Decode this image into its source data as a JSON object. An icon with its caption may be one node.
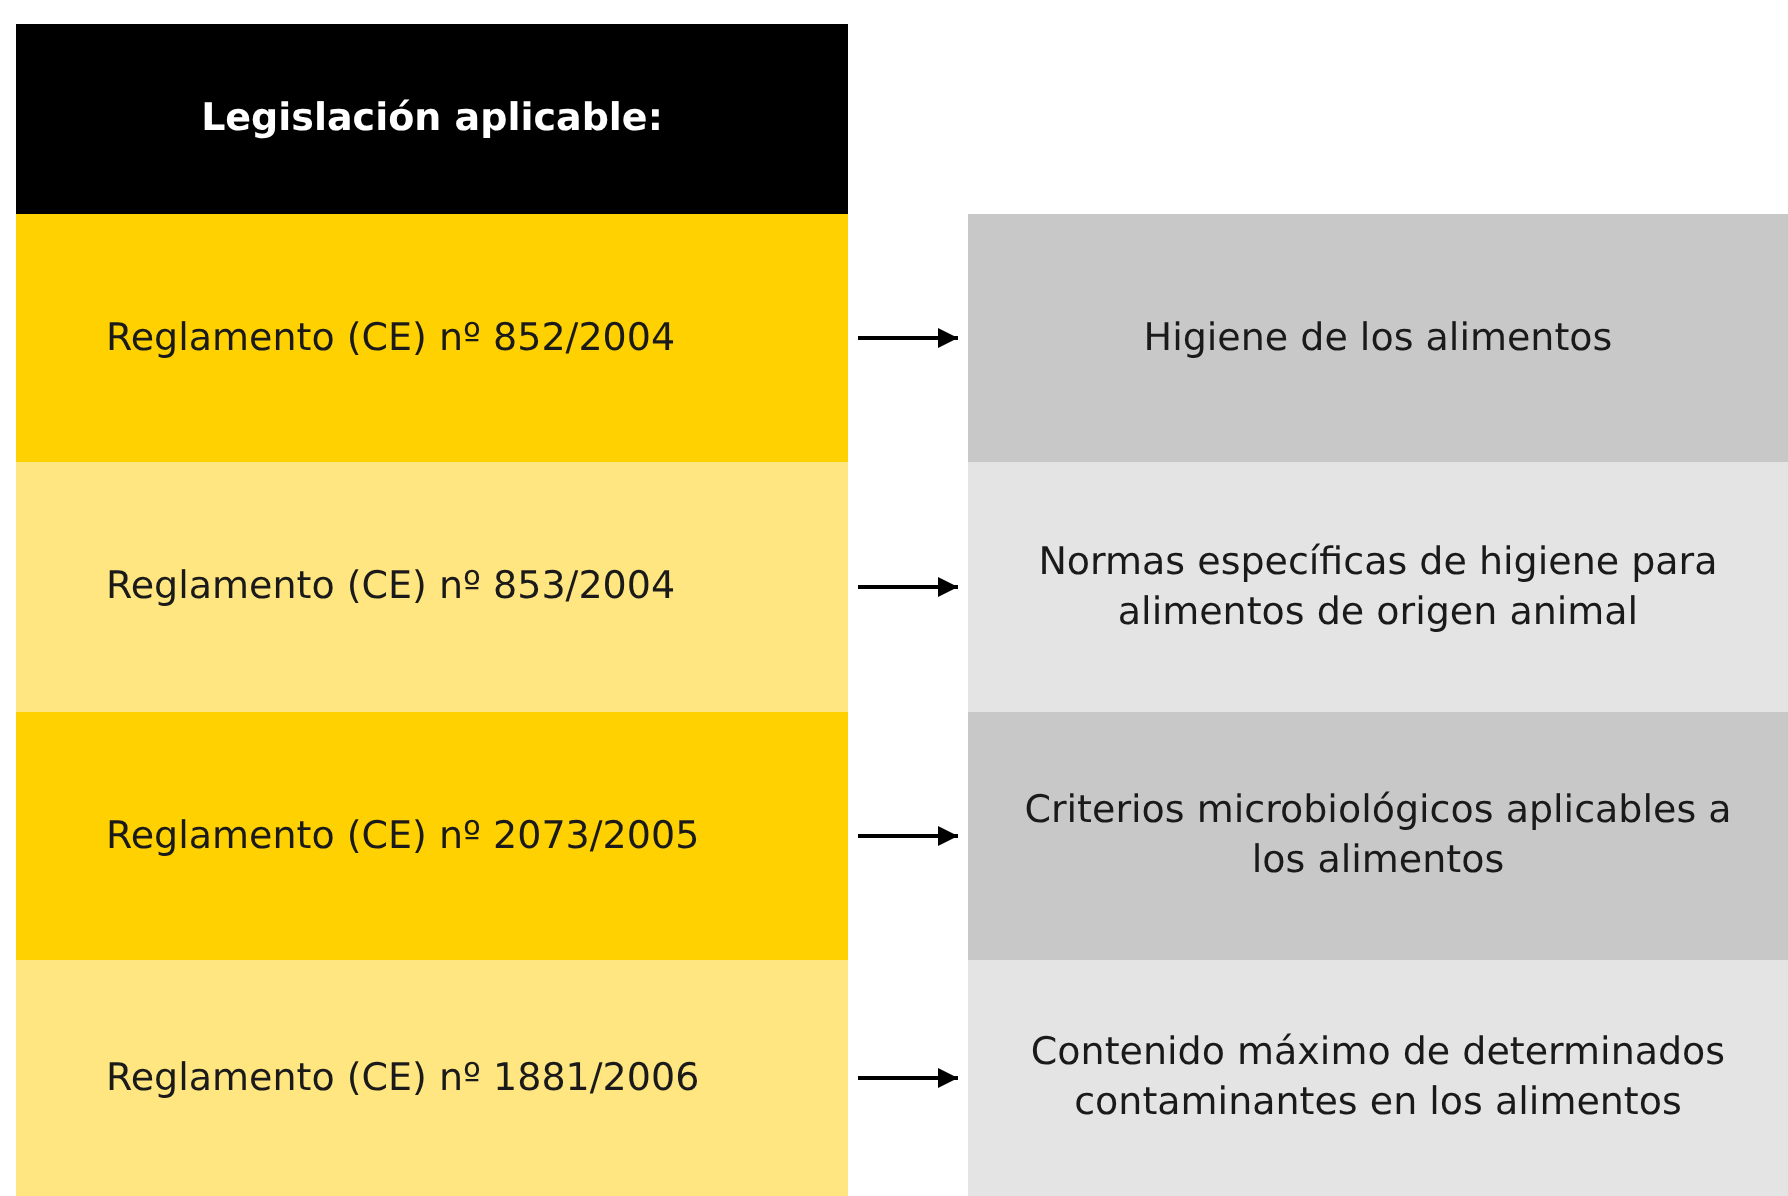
{
  "diagram": {
    "nodes": [
      {
        "text": [
          "Legislación aplicable:"
        ]
      },
      {
        "text": [
          "Reglamento (CE) nº 852/2004"
        ]
      },
      {
        "text": [
          "Reglamento (CE) nº 853/2004"
        ]
      },
      {
        "text": [
          "Reglamento (CE) nº 2073/2005"
        ]
      },
      {
        "text": [
          "Reglamento (CE) nº 1881/2006"
        ]
      },
      {
        "text": [
          "Higiene de los alimentos"
        ]
      },
      {
        "text": [
          "Normas específicas de higiene para alimentos de origen animal"
        ]
      },
      {
        "text": [
          "Criterios microbiológicos aplicables a los alimentos"
        ]
      },
      {
        "text": [
          "Contenido máximo de determinados contaminantes en los alimentos"
        ]
      }
    ],
    "edges": [
      {
        "from": 1,
        "to": 5,
        "arrow": "to"
      },
      {
        "from": 2,
        "to": 6,
        "arrow": "to"
      },
      {
        "from": 3,
        "to": 7,
        "arrow": "to"
      },
      {
        "from": 4,
        "to": 8,
        "arrow": "to"
      }
    ]
  }
}
